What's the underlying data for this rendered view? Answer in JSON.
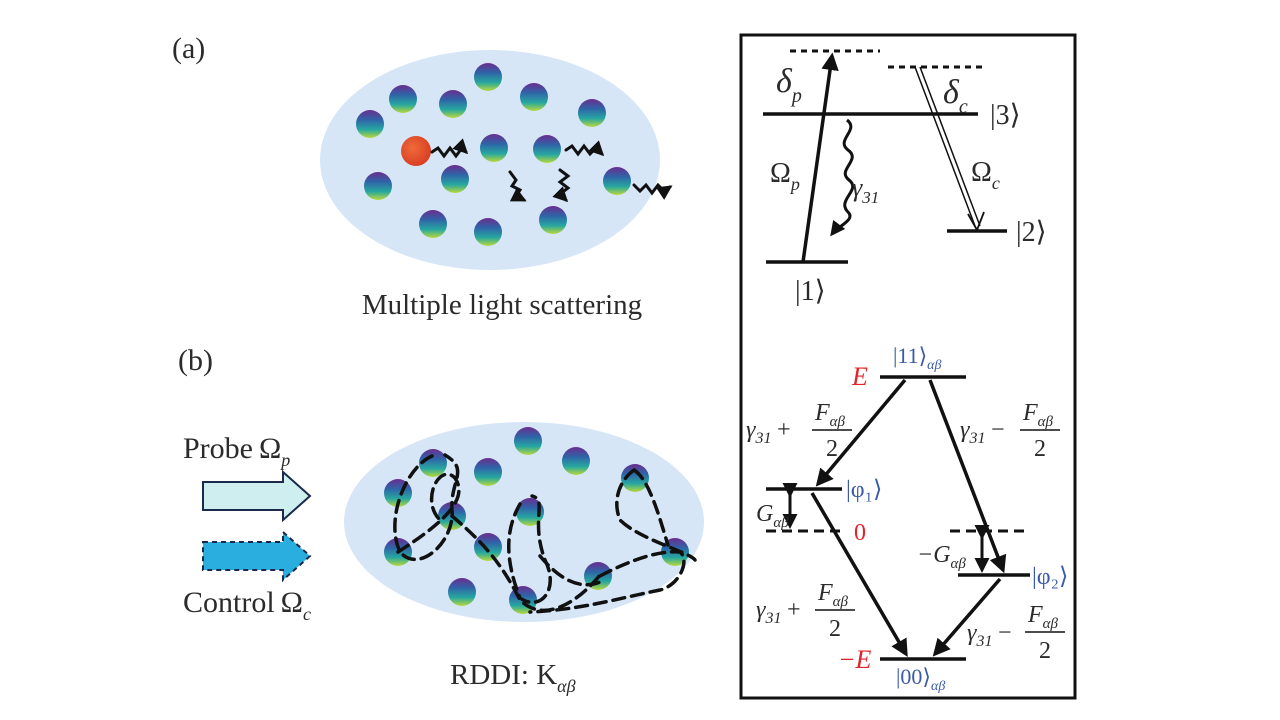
{
  "panel_a": {
    "label": "(a)",
    "caption": "Multiple light scattering"
  },
  "panel_b": {
    "label": "(b)",
    "probe_word": "Probe",
    "probe_symbol": "Ω",
    "probe_sub": "p",
    "control_word": "Control",
    "control_symbol": "Ω",
    "control_sub": "c",
    "caption_main": "RDDI: K",
    "caption_sub": "αβ"
  },
  "level_top": {
    "delta": "δ",
    "delta_p_sub": "p",
    "delta_c_sub": "c",
    "ket3": "|3⟩",
    "ket2": "|2⟩",
    "ket1": "|1⟩",
    "omega": "Ω",
    "omega_p_sub": "p",
    "omega_c_sub": "c",
    "gamma": "γ",
    "gamma_sub": "31"
  },
  "level_bottom": {
    "ket11": "|11⟩",
    "ket11_sub": "αβ",
    "ket00": "|00⟩",
    "ket00_sub": "αβ",
    "energy_E": "E",
    "energy_minus_E": "−E",
    "zero": "0",
    "phi1": "|φ₁⟩",
    "phi2": "|φ₂⟩",
    "G": "G",
    "minus_G": "−G",
    "G_sub": "αβ",
    "gamma": "γ",
    "gamma_sub": "31",
    "plus": "+",
    "minus": "−",
    "F": "F",
    "F_sub": "αβ",
    "two": "2"
  },
  "colors": {
    "ellipse_fill": "#d6e6f7",
    "atom_top": "#6a2d8f",
    "atom_mid": "#2f64a8",
    "atom_low": "#27a8a0",
    "atom_bottom": "#b8d83a",
    "excited_atom": "#e2452a",
    "ket_blue": "#3b5ba8",
    "energy_red": "#e0242a",
    "probe_arrow_fill": "#cfeef0",
    "control_arrow_fill": "#2aaee0"
  }
}
